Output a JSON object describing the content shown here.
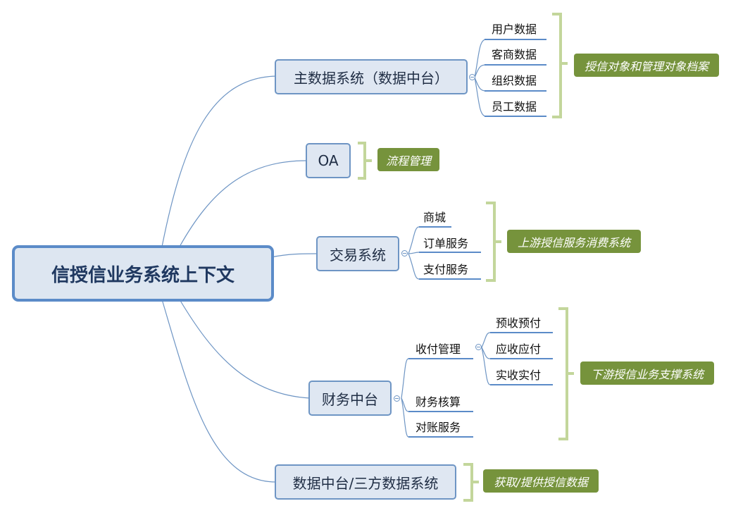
{
  "root": {
    "label": "信授信业务系统上下文"
  },
  "branches": [
    {
      "label": "主数据系统（数据中台）",
      "children": [
        "用户数据",
        "客商数据",
        "组织数据",
        "员工数据"
      ],
      "tag": "授信对象和管理对象档案"
    },
    {
      "label": "OA",
      "children": [],
      "tag": "流程管理"
    },
    {
      "label": "交易系统",
      "children": [
        "商城",
        "订单服务",
        "支付服务"
      ],
      "tag": "上游授信服务消费系统"
    },
    {
      "label": "财务中台",
      "children": [
        {
          "label": "收付管理",
          "children": [
            "预收预付",
            "应收应付",
            "实收实付"
          ]
        },
        {
          "label": "财务核算"
        },
        {
          "label": "对账服务"
        }
      ],
      "tag": "下游授信业务支撑系统"
    },
    {
      "label": "数据中台/三方数据系统",
      "children": [],
      "tag": "获取/提供授信数据"
    }
  ],
  "colors": {
    "node_fill": "#dfe7f2",
    "node_border": "#6e95c4",
    "connector": "#6e95c4",
    "bracket": "#c3d69b",
    "tag_fill": "#76933c",
    "leaf_underline": "#5b8bc8"
  }
}
